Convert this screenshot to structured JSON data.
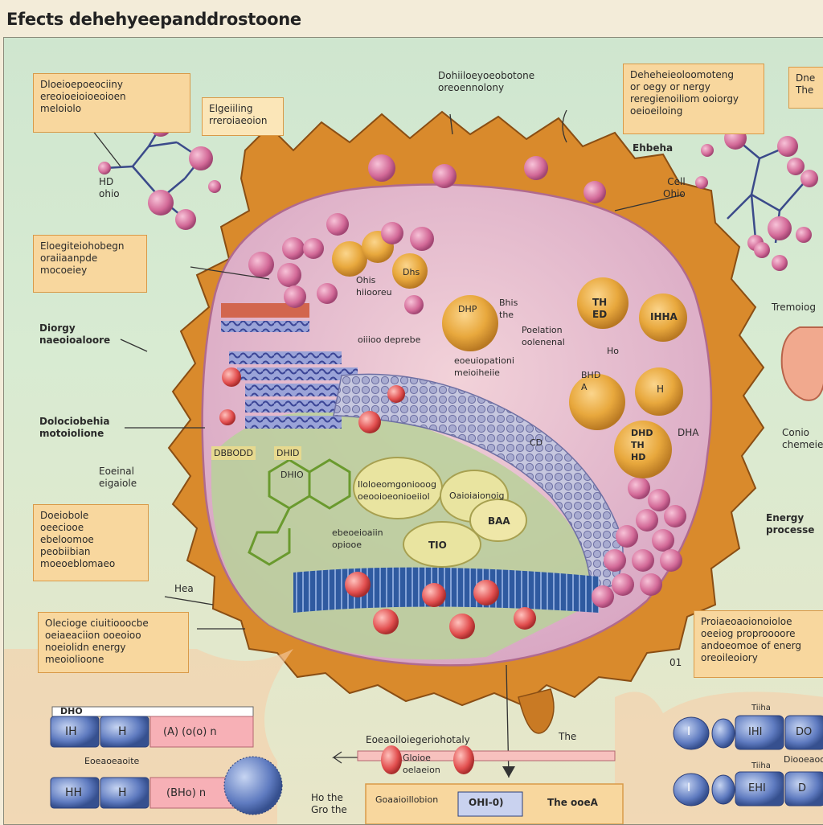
{
  "title": "Efects dehehyeepanddrostoone",
  "boxes": {
    "top_left": "Dloeioepoeociiny\nereoioeioioeoioen\nmeloiolo",
    "top_left_small": "Elgeiiling\nrreroiaeoion",
    "mid_left": "Eloegiteiohobegn\noraiiaanpde\nmocoeiey",
    "lower_left": "Doeiobole\noeeciooe\nebeloomoe\npeobiibian\nmoeoeblomaeo",
    "bottom_left": "Olecioge ciuitiooocbe\noeiaeaciion ooeoioo\nnoeiolidn energy\nmeoiolioone",
    "top_right": "Deheheieoloomoteng\nor oegy or nergy\nreregienoiliom ooiorgy\noeioeiloing",
    "top_right_corner": "Dne\nThe",
    "bottom_right": "Proiaeoaoionoioloe\noeeiog proproooore\nandoeomoe of energ\noreoileoiory"
  },
  "labels": {
    "top_center": "Dohiiloeyoeobotone\noreoennolony",
    "hd_left": "HD\nohio",
    "diorgy": "Diorgy\nnaeoioaloore",
    "dolocio": "Dolociobehia\nmotoiolione",
    "eoeinal": "Eoeinal\neigaiole",
    "hea": "Hea",
    "ehbeha": "Ehbeha",
    "cell": "Cell\nOhio",
    "tremolo": "Tremoiog",
    "conio": "Conio\nchemeie",
    "energy": "Energy\nprocesse",
    "o1": "01",
    "the": "The",
    "hd_bottom": "Ho the\nGro the",
    "bottom_center": "Eoeaoiloiegeriohotaly",
    "eggs_label": "Gloioe\noelaeion",
    "bottom_box_text": "Goaaioillobion",
    "bottom_box_bar": "OHI-0)",
    "bottom_box_right": "The ooeA",
    "bottom_left_caption": "Eoeaoeaoite",
    "bottom_right_caption": "Diooeaoo"
  },
  "cell_labels": {
    "ohis": "Ohis\nhiiooreu",
    "dhs": "Dhs",
    "dhp": "DHP",
    "bhis_the": "Bhis\nthe",
    "th_ed": "TH\nED",
    "ihha": "IHHA",
    "poelation": "Poelation\noolenenal",
    "ho_small": "Ho",
    "oiiuo": "oiiioo deprebe",
    "eoeuio": "eoeuiopationi\nmeioiheiie",
    "bhd_a": "BHD\nA",
    "h2": "H",
    "dhd_th_hd": "DHD\nTH\nHD",
    "dha": "DHA",
    "cd": "CD",
    "dbbodd": "DBBODD",
    "dhd_tag": "DHID",
    "dhiio": "DHIO",
    "vesicle1": "Iloloeomgoniooog\noeooioeonioeiiol",
    "vesicle2": "Oaioiaionoig",
    "baa": "BAA",
    "tio": "TIO",
    "ebeoeion": "ebeoeioaiin\nopiooe"
  },
  "strip_left": {
    "tag": "DHO",
    "cells_top": [
      "IH",
      "H",
      "(A) (o(o) n"
    ],
    "cells_bottom": [
      "HH",
      "H",
      "(BHo) n"
    ]
  },
  "strip_right": {
    "cells_top": [
      "I",
      "IHI",
      "DO"
    ],
    "cells_bottom": [
      "I",
      "EHI",
      "D"
    ],
    "tag_top": "Tiiha",
    "tag_bottom": "Tiiha"
  },
  "colors": {
    "membrane": "#d98a2c",
    "cytoplasm": "#e8c6cf",
    "label_box": "#f8d79e",
    "molecule": "#d9739a",
    "mitochondria": "#e6a33a",
    "er": "#6a6fb0"
  }
}
